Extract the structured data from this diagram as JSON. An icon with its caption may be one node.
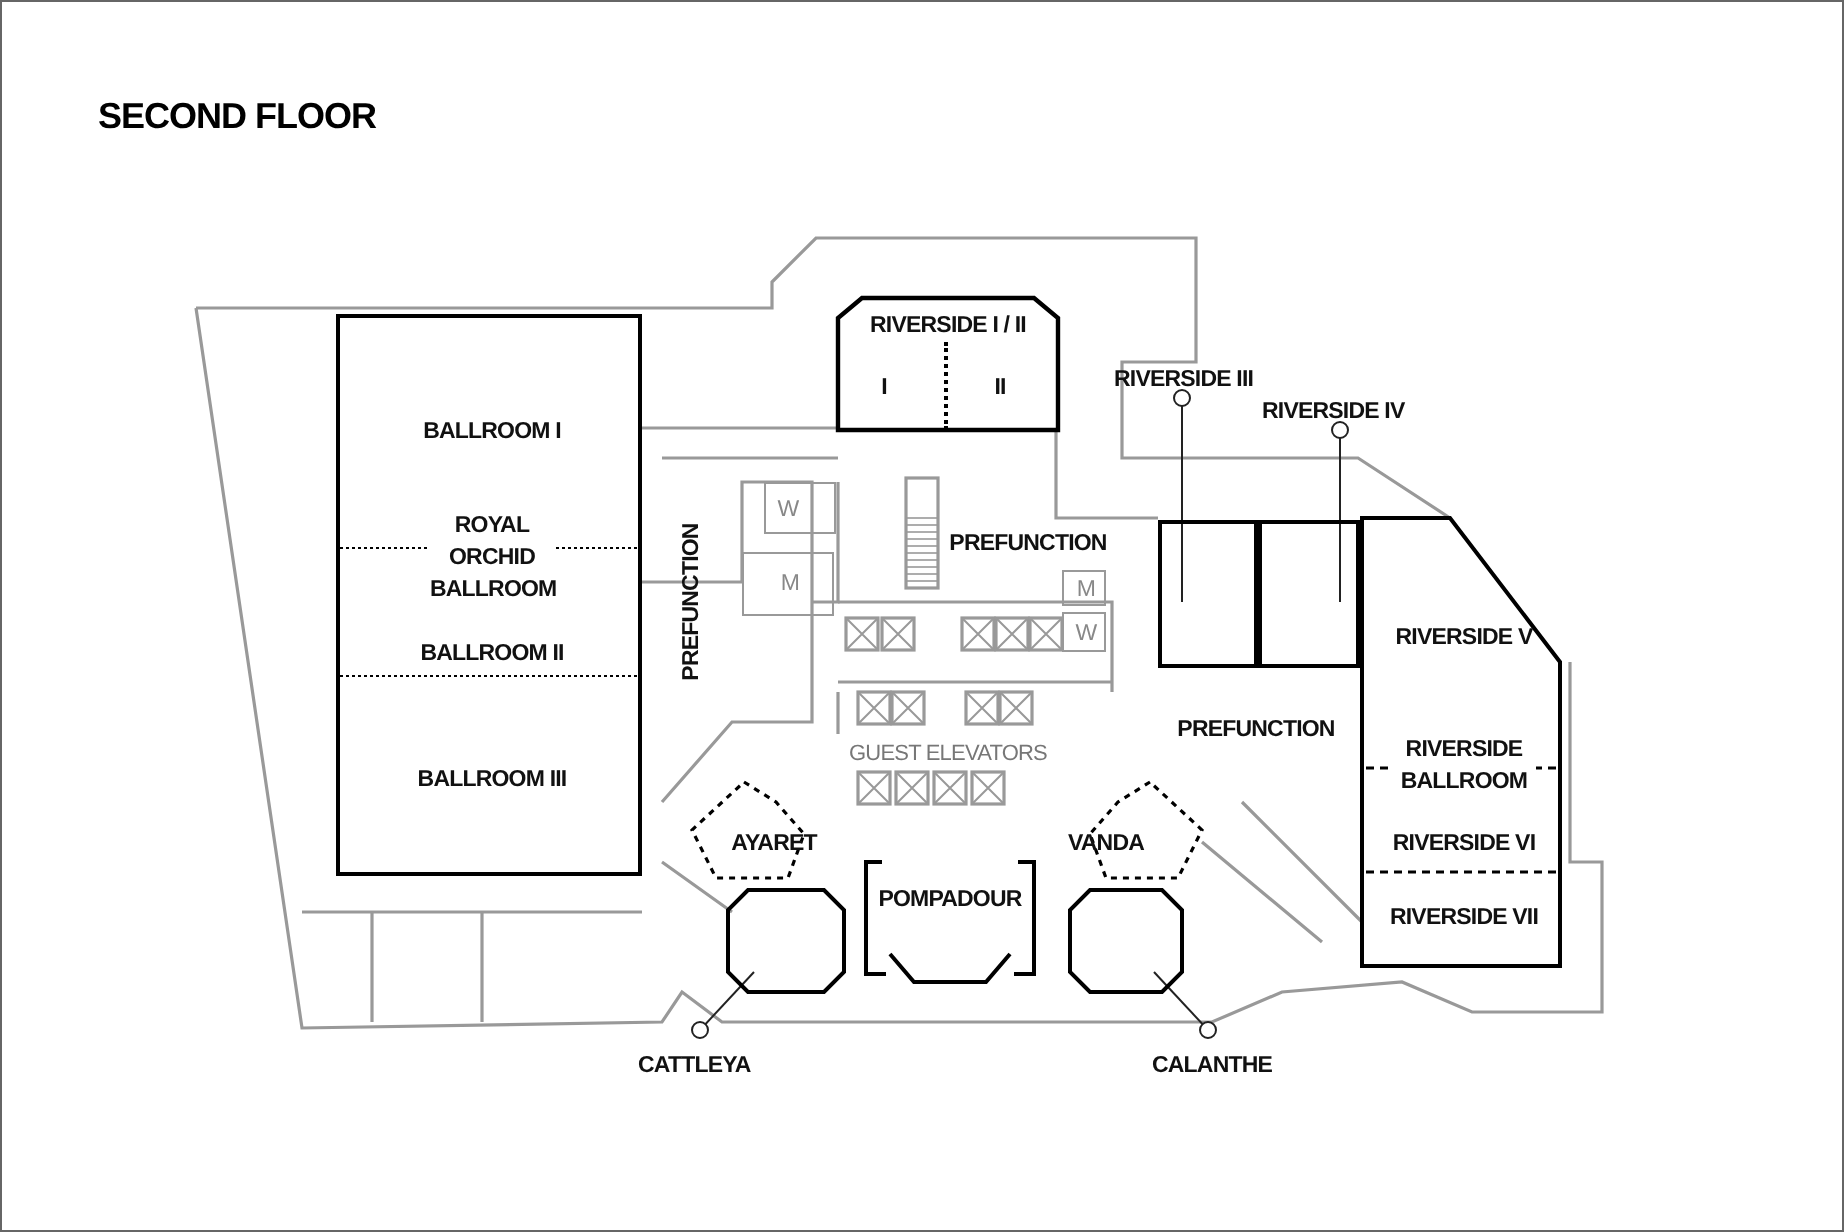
{
  "diagram": {
    "title": "SECOND FLOOR",
    "nodes": [
      {
        "text": [
          "RIVERSIDE I / II"
        ]
      },
      {
        "text": [
          "I"
        ],
        "in": 0
      },
      {
        "text": [
          "II"
        ],
        "in": 0
      },
      {
        "text": [
          "RIVERSIDE III"
        ]
      },
      {
        "text": [
          "RIVERSIDE IV"
        ]
      },
      {
        "text": [
          "ROYAL ORCHID BALLROOM"
        ]
      },
      {
        "text": [
          "BALLROOM I"
        ],
        "in": 5
      },
      {
        "text": [
          "BALLROOM II"
        ],
        "in": 5
      },
      {
        "text": [
          "BALLROOM III"
        ],
        "in": 5
      },
      {
        "text": [
          "W"
        ]
      },
      {
        "text": [
          "M"
        ]
      },
      {
        "text": [
          "PREFUNCTION"
        ]
      },
      {
        "text": [
          "M"
        ]
      },
      {
        "text": [
          "W"
        ]
      },
      {
        "text": [
          "PREFUNCTION"
        ]
      },
      {
        "text": [],
        "shape": "box"
      },
      {
        "text": [],
        "shape": "box"
      },
      {
        "text": [
          "RIVERSIDE BALLROOM"
        ]
      },
      {
        "text": [
          "RIVERSIDE V"
        ],
        "in": 17
      },
      {
        "text": [
          "RIVERSIDE VI"
        ],
        "in": 17
      },
      {
        "text": [
          "RIVERSIDE VII"
        ],
        "in": 17
      },
      {
        "text": [
          "PREFUNCTION"
        ]
      },
      {
        "text": [
          "AYARET"
        ]
      },
      {
        "text": [
          "VANDA"
        ]
      },
      {
        "text": [
          "POMPADOUR"
        ]
      },
      {
        "text": [],
        "shape": "octagon"
      },
      {
        "text": [],
        "shape": "octagon"
      },
      {
        "text": [
          "CATTLEYA"
        ]
      },
      {
        "text": [
          "CALANTHE"
        ]
      }
    ],
    "edges": [
      {
        "from": 3,
        "to": 15,
        "arrow": "other"
      },
      {
        "from": 4,
        "to": 16,
        "arrow": "other"
      },
      {
        "from": 27,
        "to": 25,
        "arrow": "other"
      },
      {
        "from": 28,
        "to": 26,
        "arrow": "other"
      }
    ],
    "labels": [
      "GUEST ELEVATORS"
    ]
  }
}
